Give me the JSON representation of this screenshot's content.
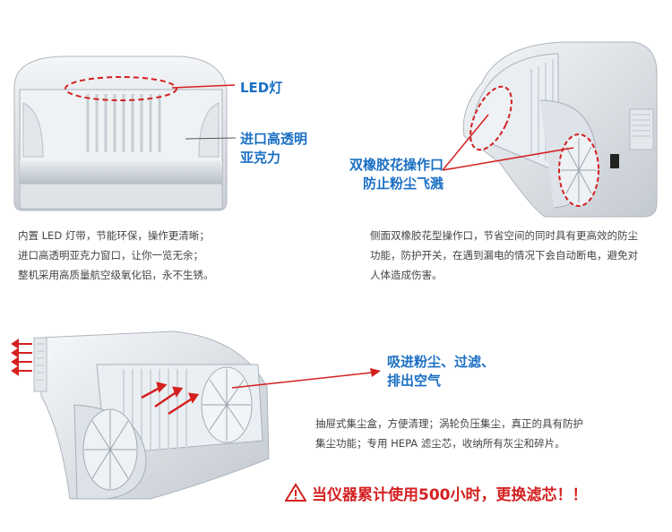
{
  "feature1": {
    "led_label": "LED灯",
    "window_label_line1": "进口高透明",
    "window_label_line2": "亚克力",
    "desc_lines": [
      "内置 LED 灯带，节能环保，操作更清晰；",
      "进口高透明亚克力窗口，让你一览无余；",
      "整机采用高质量航空级氧化铝，永不生锈。"
    ]
  },
  "feature2": {
    "label_line1": "双橡胶花操作口",
    "label_line2": "防止粉尘飞溅",
    "desc_lines": [
      "侧面双橡胶花型操作口，节省空间的同时具有更高效的防尘",
      "功能，防护开关，在遇到漏电的情况下会自动断电，避免对",
      "人体造成伤害。"
    ]
  },
  "feature3": {
    "label_line1": "吸进粉尘、过滤、",
    "label_line2": "排出空气",
    "desc_lines": [
      "抽屉式集尘盒，方便清理；涡轮负压集尘，真正的具有防护",
      "集尘功能；专用 HEPA 滤尘芯，收纳所有灰尘和碎片。"
    ]
  },
  "warning": {
    "text": "当仪器累计使用500小时，更换滤芯！！"
  },
  "colors": {
    "label_blue": "#1a6fc4",
    "accent_red": "#d42020"
  }
}
